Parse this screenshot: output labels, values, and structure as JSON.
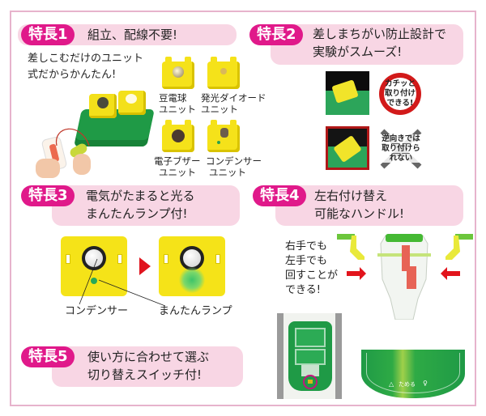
{
  "features": [
    {
      "badge": "特長1",
      "title_lines": [
        "組立、配線不要!"
      ],
      "description_lines": [
        "差しこむだけのユニット",
        "式だからかんたん!"
      ],
      "units": [
        {
          "label_lines": [
            "豆電球",
            "ユニット"
          ],
          "icon": "bulb-unit-icon"
        },
        {
          "label_lines": [
            "発光ダイオード",
            "ユニット"
          ],
          "icon": "led-unit-icon"
        },
        {
          "label_lines": [
            "電子ブザー",
            "ユニット"
          ],
          "icon": "buzzer-unit-icon"
        },
        {
          "label_lines": [
            "コンデンサー",
            "ユニット"
          ],
          "icon": "capacitor-unit-icon"
        }
      ]
    },
    {
      "badge": "特長2",
      "title_lines": [
        "差しまちがい防止設計で",
        "実験がスムーズ!"
      ],
      "correct_callout_lines": [
        "カチッと",
        "取り付け",
        "できる!"
      ],
      "wrong_callout_lines": [
        "逆向きでは",
        "取り付けら",
        "れない"
      ]
    },
    {
      "badge": "特長3",
      "title_lines": [
        "電気がたまると光る",
        "まんたんランプ付!"
      ],
      "labels": {
        "capacitor": "コンデンサー",
        "full_lamp": "まんたんランプ"
      }
    },
    {
      "badge": "特長4",
      "title_lines": [
        "左右付け替え",
        "可能なハンドル!"
      ],
      "description_lines": [
        "右手でも",
        "左手でも",
        "回すことが",
        "できる!"
      ]
    },
    {
      "badge": "特長5",
      "title_lines": [
        "使い方に合わせて選ぶ",
        "切り替えスイッチ付!"
      ],
      "switch_label": "ためる"
    }
  ],
  "colors": {
    "badge": "#e0198a",
    "header_bg": "#f8d6e4",
    "frame_border": "#e7b3cc",
    "unit_yellow": "#f5e21a",
    "base_green": "#2ca55a",
    "alert_red": "#d21a1a"
  }
}
